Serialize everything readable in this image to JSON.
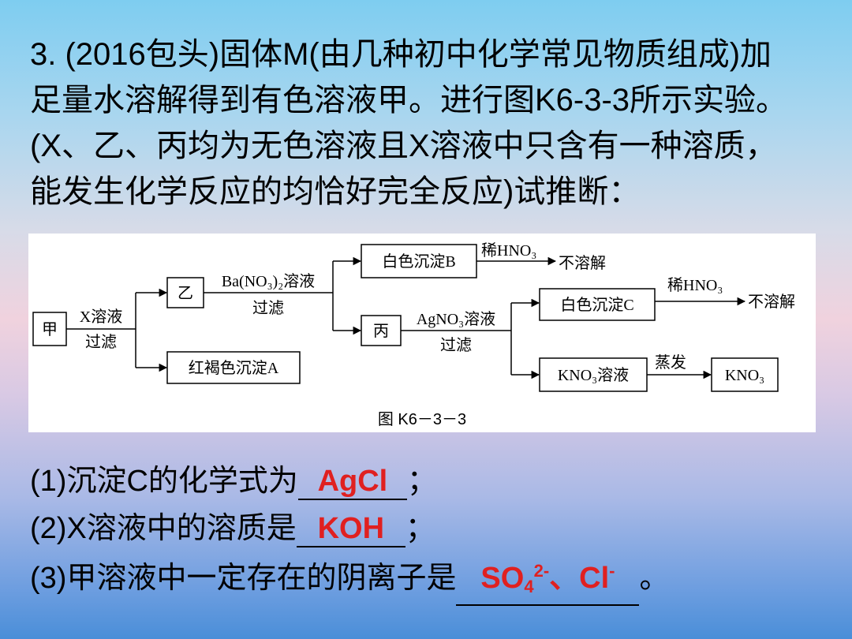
{
  "question": {
    "lines": [
      "3. (2016包头)固体M(由几种初中化学常见物质组成)加",
      "足量水溶解得到有色溶液甲。进行图K6-3-3所示实验。",
      "(X、乙、丙均为无色溶液且X溶液中只含有一种溶质，",
      "能发生化学反应的均恰好完全反应)试推断："
    ]
  },
  "diagram": {
    "boxes": {
      "jia": "甲",
      "yi": "乙",
      "bing": "丙",
      "precip_a": "红褐色沉淀A",
      "precip_b": "白色沉淀B",
      "precip_c": "白色沉淀C",
      "kno3_solution": "KNO₃溶液",
      "kno3": "KNO₃"
    },
    "labels": {
      "x_solution": "X溶液",
      "filter_1": "过滤",
      "ba_no3_solution": "Ba(NO₃)₂溶液",
      "filter_2": "过滤",
      "agno3_solution": "AgNO₃溶液",
      "filter_3": "过滤",
      "dilute_hno3_1": "稀HNO₃",
      "insoluble_1": "不溶解",
      "dilute_hno3_2": "稀HNO₃",
      "insoluble_2": "不溶解",
      "evaporate": "蒸发"
    },
    "caption": "图 K6－3－3"
  },
  "answers": [
    {
      "prefix": "(1)沉淀C的化学式为",
      "answer": "AgCl",
      "suffix": "；"
    },
    {
      "prefix": "(2)X溶液中的溶质是",
      "answer": "KOH",
      "suffix": "；"
    },
    {
      "prefix": "(3)甲溶液中一定存在的阴离子是",
      "answer_parts": [
        "SO",
        "4",
        "2-",
        "、Cl",
        "-"
      ],
      "suffix": "。"
    }
  ]
}
